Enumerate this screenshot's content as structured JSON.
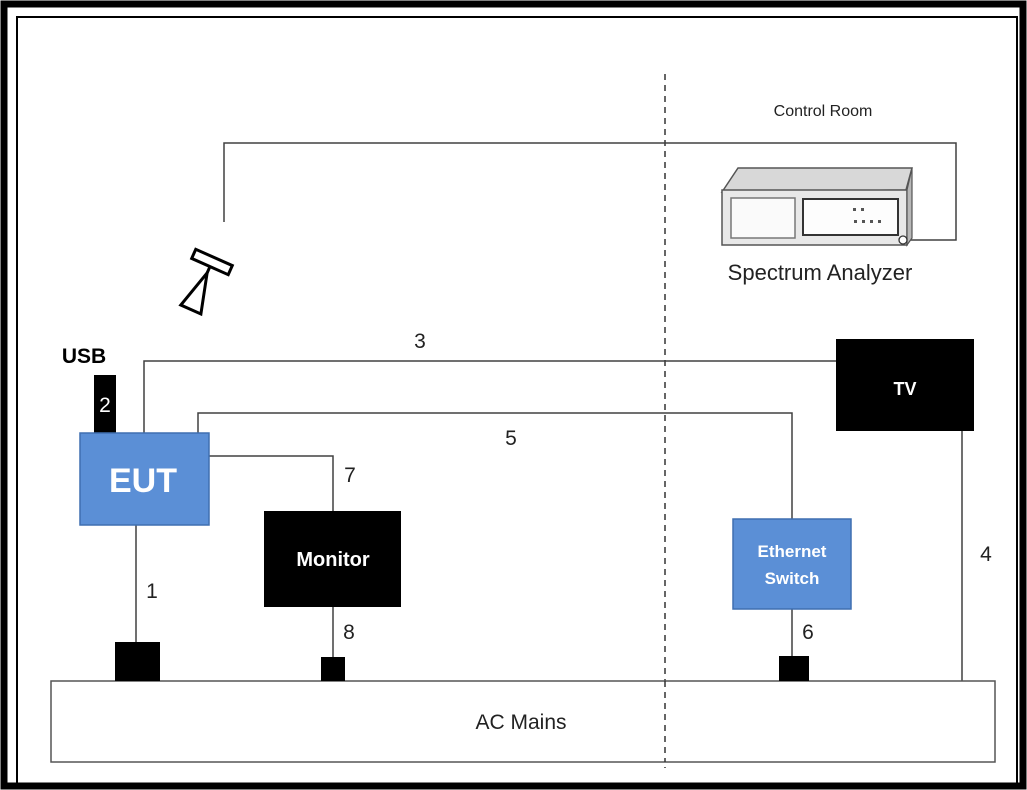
{
  "labels": {
    "control_room": "Control Room",
    "spectrum_analyzer": "Spectrum Analyzer",
    "usb": "USB",
    "eut": "EUT",
    "tv": "TV",
    "monitor": "Monitor",
    "ethernet_line1": "Ethernet",
    "ethernet_line2": "Switch",
    "ac_mains": "AC Mains"
  },
  "cables": {
    "c1": "1",
    "c2": "2",
    "c3": "3",
    "c4": "4",
    "c5": "5",
    "c6": "6",
    "c7": "7",
    "c8": "8"
  },
  "colors": {
    "eut_fill": "#5b8fd6",
    "switch_fill": "#5b8fd6",
    "device_black": "#000000",
    "line": "#404040"
  }
}
